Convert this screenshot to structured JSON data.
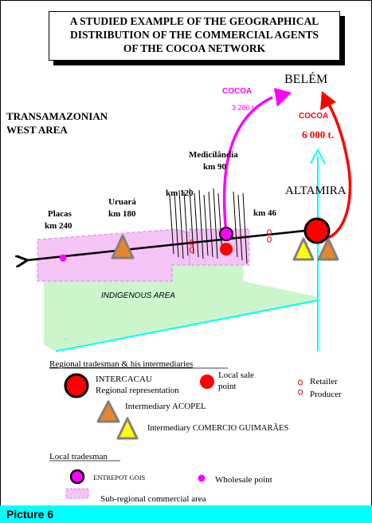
{
  "title": {
    "line1": "A STUDIED EXAMPLE OF THE GEOGRAPHICAL",
    "line2": "DISTRIBUTION OF THE COMMERCIAL AGENTS",
    "line3": "OF THE COCOA NETWORK"
  },
  "map": {
    "region": {
      "line1": "TRANSAMAZONIAN",
      "line2": "WEST AREA"
    },
    "belem": "BELÉM",
    "altamira": "ALTAMIRA",
    "flow_magenta": {
      "label": "COCOA",
      "amount": "3 200 t."
    },
    "flow_red": {
      "label": "COCOA",
      "amount": "6 000 t."
    },
    "places": {
      "medicilandia": {
        "name": "Medicilândia",
        "km": "km 90"
      },
      "uruara": {
        "name": "Uruará",
        "km": "km 180"
      },
      "placas": {
        "name": "Placas",
        "km": "km 240"
      },
      "km120": "km 120",
      "km46": "km 46"
    },
    "indigenous_area": "INDIGENOUS AREA"
  },
  "legend": {
    "regional_heading": "Regional tradesman & his intermediaries",
    "intercacau_1": "INTERCACAU",
    "intercacau_2": "Regional representation",
    "local_sale_1": "Local sale",
    "local_sale_2": "point",
    "retailer": "Retailer",
    "producer": "Producer",
    "acopel": "Intermediary ACOPEL",
    "guimaraes": "Intermediary COMERCIO GUIMARÃES",
    "local_heading": "Local tradesman",
    "entrepot": "ENTREPOT GOIS",
    "wholesale": "Wholesale point",
    "subregional": "Sub-regional commercial area"
  },
  "caption": "Picture 6",
  "colors": {
    "red": "#ff0000",
    "magenta": "#ff00ff",
    "cyan": "#00ffff",
    "pink_area": "#f4c4f4",
    "green_area": "#ccf5cc",
    "orange": "#e8852c",
    "yellow": "#ffff00"
  }
}
